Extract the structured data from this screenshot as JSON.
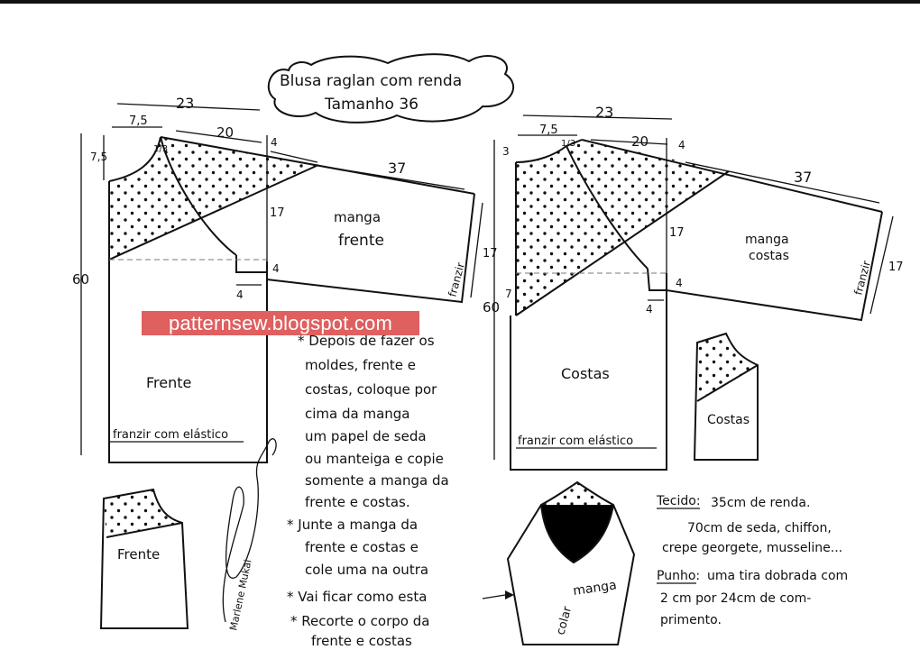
{
  "title": {
    "line1": "Blusa raglan com renda",
    "line2": "Tamanho 36"
  },
  "front_piece": {
    "label": "Frente",
    "sleeve_label_1": "manga",
    "sleeve_label_2": "frente",
    "gather_label": "franzir com elástico",
    "cuff_gather": "franzir",
    "measurements": {
      "width": "23",
      "neck": "7,5",
      "neck_drop": "7,5",
      "shoulder": "20",
      "sleeve_len": "37",
      "top_ease": "4",
      "cap_depth": "17",
      "underarm": "4",
      "underarm_w": "4",
      "cuff": "17",
      "length": "60",
      "neck_mark": "1/3"
    }
  },
  "back_piece": {
    "label": "Costas",
    "sleeve_label_1": "manga",
    "sleeve_label_2": "costas",
    "gather_label": "franzir com elástico",
    "cuff_gather": "franzir",
    "measurements": {
      "width": "23",
      "neck": "7,5",
      "neck_drop": "3",
      "shoulder": "20",
      "sleeve_len": "37",
      "top_ease": "4",
      "cap_depth": "17",
      "side_drop": "7",
      "underarm": "4",
      "underarm_w": "4",
      "cuff": "17",
      "length": "60",
      "neck_mark": "1/3"
    }
  },
  "watermark": "patternsew.blogspot.com",
  "instructions": [
    "* Depois de fazer os",
    "moldes, frente e",
    "costas, coloque por",
    "cima da manga",
    "um papel de seda",
    "ou manteiga e copie",
    "somente a manga da",
    "frente e costas.",
    "* Junte a manga da",
    "frente e costas e",
    "cole uma na outra",
    "* Vai ficar como esta",
    "* Recorte o corpo da",
    "frente e costas"
  ],
  "small_pieces": {
    "costas": "Costas",
    "frente": "Frente",
    "manga": "manga",
    "colar": "colar"
  },
  "materials": {
    "tecido_label": "Tecido:",
    "tecido_1": "35cm de renda.",
    "tecido_2": "70cm de seda, chiffon,",
    "tecido_3": "crepe georgete, musseline...",
    "punho_label": "Punho:",
    "punho_1": "uma tira dobrada com",
    "punho_2": "2 cm por 24cm de com-",
    "punho_3": "primento."
  },
  "signature": "Marlene Mukai"
}
